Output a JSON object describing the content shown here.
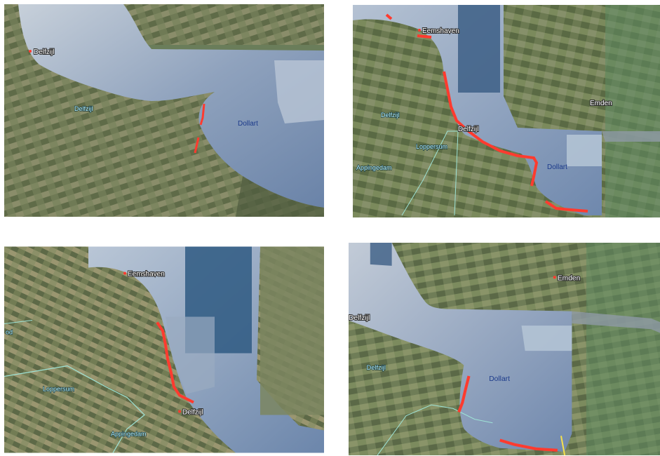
{
  "colors": {
    "land": "#6f7a55",
    "water": "#7e93b4",
    "deep_water": "#3d5f86",
    "shore_highlight": "#c9d2dc",
    "dike_marking": "#ff3b2f",
    "border_line": "#9ee3d6"
  },
  "panels": [
    {
      "id": "top-left",
      "place_labels": [
        "Delfzijl"
      ],
      "municipality_labels": [
        "Delfzijl"
      ],
      "water_labels": [
        "Dollart"
      ]
    },
    {
      "id": "top-right",
      "place_labels": [
        "Eemshaven",
        "Emden",
        "Delfzijl"
      ],
      "municipality_labels": [
        "Delfzijl",
        "Appingedam",
        "Loppersum"
      ],
      "water_labels": [
        "Dollart"
      ]
    },
    {
      "id": "bottom-left",
      "place_labels": [
        "Eemshaven",
        "Delfzijl"
      ],
      "municipality_labels": [
        "Loppersum",
        "Appingedam",
        "od"
      ],
      "water_labels": []
    },
    {
      "id": "bottom-right",
      "place_labels": [
        "Emden",
        "Delfzijl"
      ],
      "municipality_labels": [
        "Delfzijl"
      ],
      "water_labels": [
        "Dollart"
      ]
    }
  ]
}
